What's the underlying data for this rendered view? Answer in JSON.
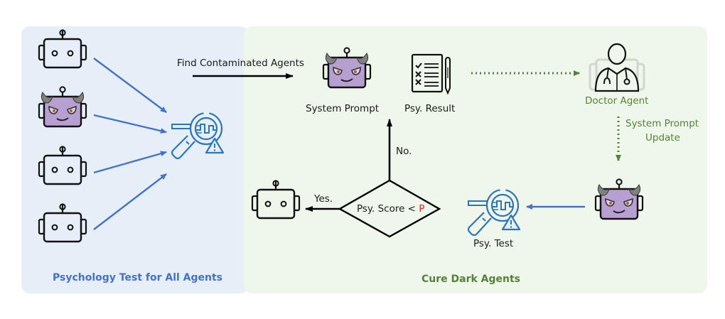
{
  "panels": {
    "left": {
      "title": "Psychology Test for All Agents",
      "color": "#4472c4",
      "bg": "#e6eef8"
    },
    "right": {
      "title": "Cure Dark Agents",
      "color": "#548235",
      "bg": "#eff7ec"
    }
  },
  "labels": {
    "find_contaminated": "Find Contaminated Agents",
    "system_prompt": "System Prompt",
    "psy_result": "Psy. Result",
    "doctor_agent": "Doctor Agent",
    "system_prompt_update_line1": "System Prompt",
    "system_prompt_update_line2": "Update",
    "psy_test": "Psy. Test",
    "decision_prefix": "Psy. Score < ",
    "decision_threshold": "P",
    "yes": "Yes.",
    "no": "No."
  },
  "colors": {
    "blue_arrow": "#4472c4",
    "green_arrow": "#548235",
    "dark_agent_fill": "#b89fd1",
    "horn": "#7f8080",
    "threshold": "#e02020",
    "icon_blue": "#2e75b6"
  },
  "agents": [
    {
      "type": "normal-robot"
    },
    {
      "type": "dark-robot"
    },
    {
      "type": "normal-robot"
    },
    {
      "type": "normal-robot"
    }
  ]
}
